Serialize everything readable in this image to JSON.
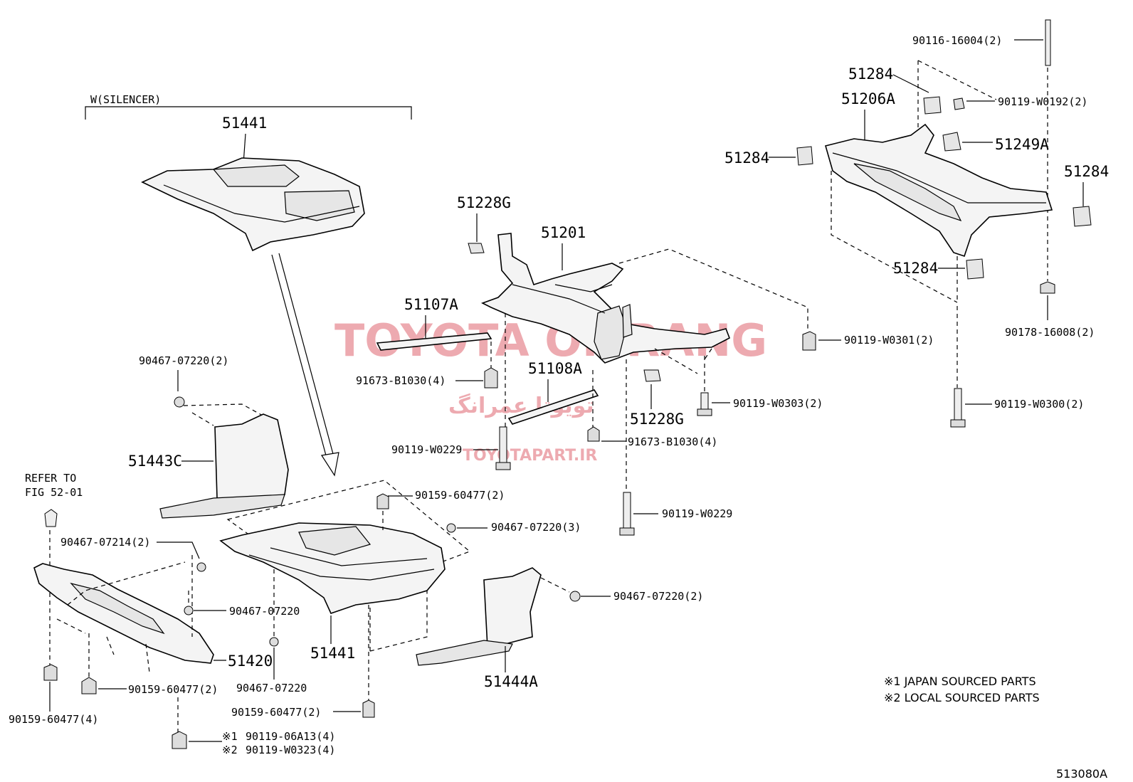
{
  "diagram_id": "513080A",
  "silencer_label": "W(SILENCER)",
  "refer": {
    "line1": "REFER TO",
    "line2": "FIG 52-01"
  },
  "notes": {
    "n1": "※1 JAPAN SOURCED PARTS",
    "n2": "※2 LOCAL SOURCED PARTS"
  },
  "watermark": {
    "brand": "TOYOTA OMRANG",
    "persian": "تویوتا عمرانگ",
    "url": "TOYOTAPART.IR",
    "color": "#e06670"
  },
  "parts": {
    "p51441_top": "51441",
    "p51443C": "51443C",
    "p51420": "51420",
    "p51441_bottom": "51441",
    "p51444A": "51444A",
    "p51228G_top": "51228G",
    "p51201": "51201",
    "p51107A": "51107A",
    "p51108A": "51108A",
    "p51228G_mid": "51228G",
    "p51284_top": "51284",
    "p51206A": "51206A",
    "p51284_left": "51284",
    "p51249A": "51249A",
    "p51284_right": "51284",
    "p51284_bottom": "51284"
  },
  "fasteners": {
    "f90467_07220_2_top": "90467-07220(2)",
    "f90467_07214": "90467-07214(2)",
    "f90467_07220_mid": "90467-07220",
    "f90159_60477_2_left": "90159-60477(2)",
    "f90159_60477_4": "90159-60477(4)",
    "f90467_07220_low": "90467-07220",
    "f90159_60477_2_top": "90159-60477(2)",
    "f90467_07220_3": "90467-07220(3)",
    "f90467_07220_2_right": "90467-07220(2)",
    "f90159_60477_2_bottom": "90159-60477(2)",
    "f90119_06A13": "90119-06A13(4)",
    "f90119_W0323": "90119-W0323(4)",
    "mark1": "※1",
    "mark2": "※2",
    "f91673_B1030_a": "91673-B1030(4)",
    "f90119_W0229_a": "90119-W0229",
    "f91673_B1030_b": "91673-B1030(4)",
    "f90119_W0229_b": "90119-W0229",
    "f90119_W0301": "90119-W0301(2)",
    "f90119_W0303": "90119-W0303(2)",
    "f90116_16004": "90116-16004(2)",
    "f90119_W0192": "90119-W0192(2)",
    "f90178_16008": "90178-16008(2)",
    "f90119_W0300": "90119-W0300(2)"
  }
}
